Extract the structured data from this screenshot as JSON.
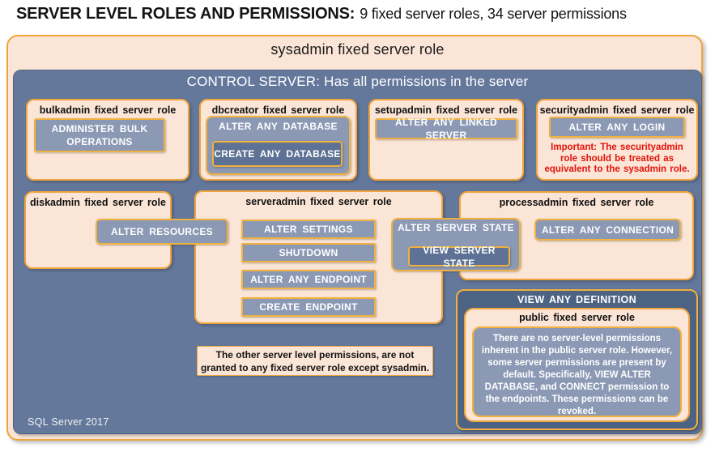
{
  "title": {
    "main": "SERVER LEVEL ROLES AND PERMISSIONS:",
    "sub": "9 fixed server roles, 34 server permissions"
  },
  "sysadmin_label": "sysadmin fixed server role",
  "control_server_label": "CONTROL SERVER: Has all permissions in the server",
  "roles": {
    "bulkadmin": {
      "title": "bulkadmin fixed server role",
      "perm": "ADMINISTER BULK OPERATIONS"
    },
    "dbcreator": {
      "title": "dbcreator fixed server role",
      "perm_outer": "ALTER ANY DATABASE",
      "perm_nested": "CREATE ANY DATABASE"
    },
    "setupadmin": {
      "title": "setupadmin fixed server role",
      "perm": "ALTER ANY LINKED SERVER"
    },
    "securityadmin": {
      "title": "securityadmin fixed server role",
      "perm": "ALTER ANY LOGIN",
      "warning": "Important: The securityadmin role should be treated as equivalent to the sysadmin role."
    },
    "diskadmin": {
      "title": "diskadmin fixed server role",
      "perm": "ALTER RESOURCES"
    },
    "serveradmin": {
      "title": "serveradmin fixed server role",
      "perms": [
        "ALTER SETTINGS",
        "SHUTDOWN",
        "ALTER ANY ENDPOINT",
        "CREATE ENDPOINT"
      ],
      "perm_state_outer": "ALTER SERVER STATE",
      "perm_state_nested": "VIEW SERVER STATE"
    },
    "processadmin": {
      "title": "processadmin fixed server role",
      "perm": "ALTER ANY CONNECTION"
    },
    "public_role": {
      "banner": "VIEW ANY DEFINITION",
      "title": "public fixed server role",
      "note": "There are no server-level permissions inherent in the public server role. However, some server permissions are present by default. Specifically, VIEW ALTER DATABASE, and CONNECT permission to the endpoints. These permissions can be revoked."
    }
  },
  "footnote": "The other server level permissions, are not granted to any fixed server role except sysadmin.",
  "footer": "SQL Server 2017",
  "colors": {
    "peach": "#fbe5d6",
    "gold_border": "#f0a53c",
    "slate_bg": "#64789c",
    "chip": "#8b99b5",
    "chip_dark": "#5d7295",
    "panel_dark": "#4d6384",
    "warning_red": "#e3120b"
  }
}
